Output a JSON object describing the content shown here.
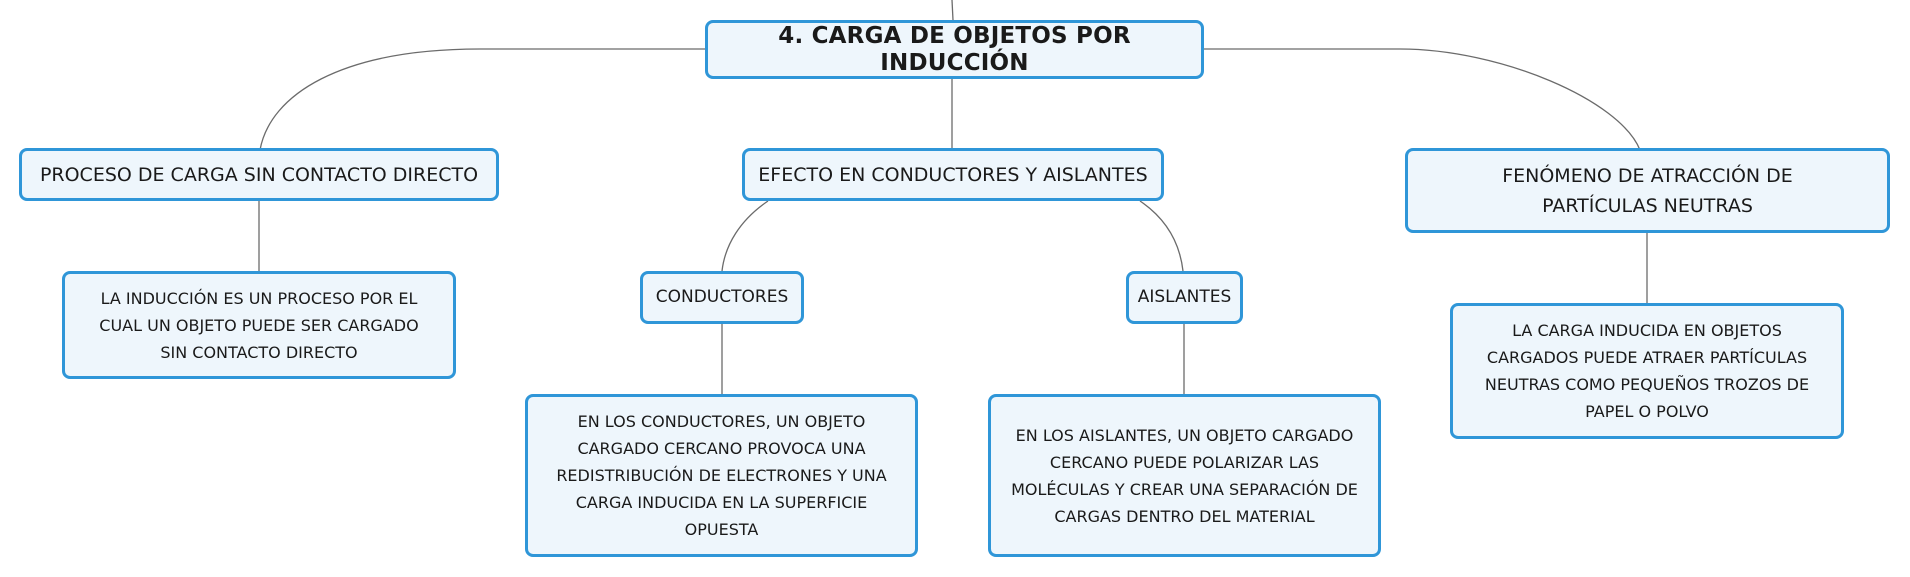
{
  "diagram": {
    "root": {
      "label": "4. CARGA DE OBJETOS POR INDUCCIÓN"
    },
    "branches": [
      {
        "label": "PROCESO DE CARGA SIN CONTACTO DIRECTO",
        "children": [
          {
            "label": "LA INDUCCIÓN ES UN PROCESO POR EL CUAL UN OBJETO PUEDE SER CARGADO SIN CONTACTO DIRECTO"
          }
        ]
      },
      {
        "label": "EFECTO EN CONDUCTORES Y AISLANTES",
        "children": [
          {
            "label": "CONDUCTORES",
            "children": [
              {
                "label": "EN LOS CONDUCTORES, UN OBJETO CARGADO CERCANO PROVOCA UNA REDISTRIBUCIÓN DE ELECTRONES Y UNA CARGA INDUCIDA EN LA SUPERFICIE OPUESTA"
              }
            ]
          },
          {
            "label": "AISLANTES",
            "children": [
              {
                "label": "EN LOS AISLANTES, UN OBJETO CARGADO CERCANO PUEDE POLARIZAR LAS MOLÉCULAS Y CREAR UNA SEPARACIÓN DE CARGAS DENTRO DEL MATERIAL"
              }
            ]
          }
        ]
      },
      {
        "label": "FENÓMENO DE ATRACCIÓN DE PARTÍCULAS NEUTRAS",
        "children": [
          {
            "label": "LA CARGA INDUCIDA EN OBJETOS CARGADOS PUEDE ATRAER PARTÍCULAS NEUTRAS COMO PEQUEÑOS TROZOS DE PAPEL O POLVO"
          }
        ]
      }
    ]
  }
}
